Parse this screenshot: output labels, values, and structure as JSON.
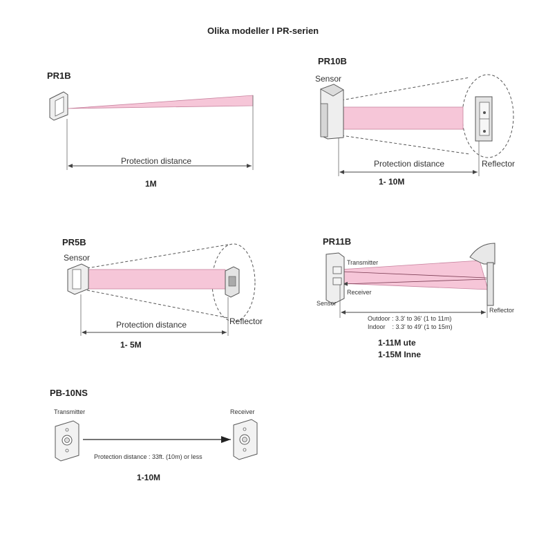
{
  "title": "Olika modeller I PR-serien",
  "colors": {
    "beam": "#f6c6d8",
    "beam_stroke": "#c8829e",
    "line": "#444444"
  },
  "pr1b": {
    "model": "PR1B",
    "distance_label": "Protection distance",
    "range": "1M"
  },
  "pr10b": {
    "model": "PR10B",
    "sensor_label": "Sensor",
    "reflector_label": "Reflector",
    "distance_label": "Protection distance",
    "range": "1- 10M"
  },
  "pr5b": {
    "model": "PR5B",
    "sensor_label": "Sensor",
    "reflector_label": "Reflector",
    "distance_label": "Protection distance",
    "range": "1- 5M"
  },
  "pr11b": {
    "model": "PR11B",
    "transmitter_label": "Transmitter",
    "receiver_label": "Receiver",
    "sensor_label": "Sensor",
    "reflector_label": "Reflector",
    "outdoor_text": "Outdoor : 3.3' to 36' (1 to 11m)",
    "indoor_text": "Indoor    : 3.3' to 49' (1 to 15m)",
    "range_line1": "1-11M ute",
    "range_line2": "1-15M Inne"
  },
  "pb10ns": {
    "model": "PB-10NS",
    "transmitter_label": "Transmitter",
    "receiver_label": "Receiver",
    "distance_text": "Protection distance : 33ft. (10m) or less",
    "range": "1-10M"
  }
}
